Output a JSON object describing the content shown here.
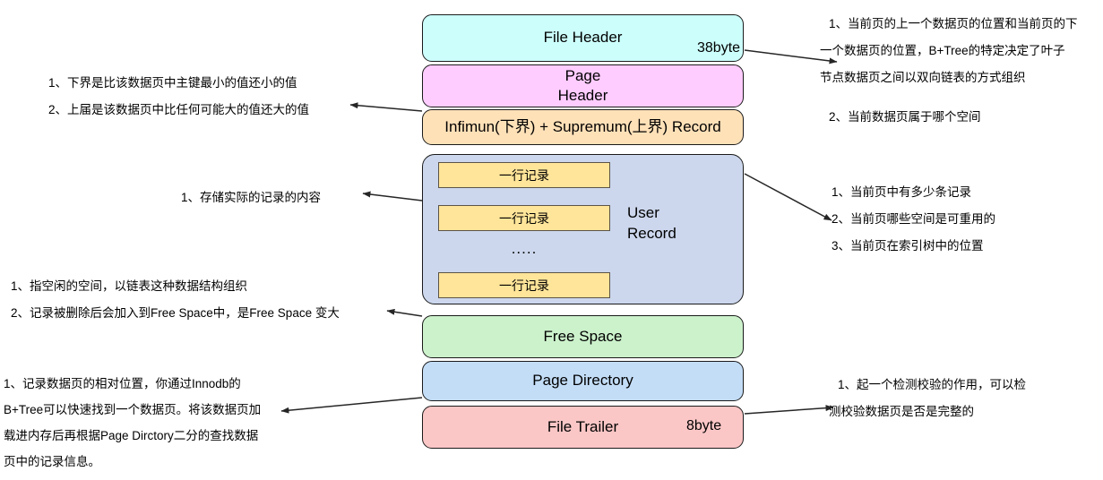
{
  "diagram": {
    "title": "InnoDB Data Page Structure",
    "colors": {
      "file_header": "#ccfffc",
      "page_header": "#ffccff",
      "infimum_supremum": "#ffe1b8",
      "user_record": "#ccd7ed",
      "record_row": "#ffe599",
      "free_space": "#ccf2cc",
      "page_directory": "#c3ddf7",
      "file_trailer": "#fbc6c6",
      "stroke": "#1a1a1a",
      "background": "#ffffff"
    },
    "blocks": {
      "file_header": {
        "label": "File Header",
        "size_tag": "38byte"
      },
      "page_header": {
        "label_line1": "Page",
        "label_line2": "Header"
      },
      "infimum_supremum": {
        "label": "Infimun(下界) + Supremum(上界) Record"
      },
      "user_record": {
        "title_line1": "User",
        "title_line2": "Record",
        "rows": [
          "一行记录",
          "一行记录",
          "一行记录"
        ],
        "ellipsis": "....."
      },
      "free_space": {
        "label": "Free Space"
      },
      "page_directory": {
        "label": "Page Directory"
      },
      "file_trailer": {
        "label": "File Trailer",
        "size_tag": "8byte"
      }
    },
    "notes": {
      "left_infimum": [
        "1、下界是比该数据页中主键最小的值还小的值",
        "2、上届是该数据页中比任何可能大的值还大的值"
      ],
      "left_user_record": [
        "1、存储实际的记录的内容"
      ],
      "left_free_space": [
        "1、指空闲的空间，以链表这种数据结构组织",
        "2、记录被删除后会加入到Free Space中，是Free Space 变大"
      ],
      "left_page_directory": [
        "1、记录数据页的相对位置，你通过Innodb的",
        "B+Tree可以快速找到一个数据页。将该数据页加",
        "载进内存后再根据Page Dirctory二分的查找数据",
        "页中的记录信息。"
      ],
      "right_file_header": [
        "1、当前页的上一个数据页的位置和当前页的下",
        "一个数据页的位置，B+Tree的特定决定了叶子",
        "节点数据页之间以双向链表的方式组织",
        "2、当前数据页属于哪个空间"
      ],
      "right_user_record": [
        "1、当前页中有多少条记录",
        "2、当前页哪些空间是可重用的",
        "3、当前页在索引树中的位置"
      ],
      "right_file_trailer": [
        "1、起一个检测校验的作用，可以检",
        "测校验数据页是否是完整的"
      ]
    }
  }
}
